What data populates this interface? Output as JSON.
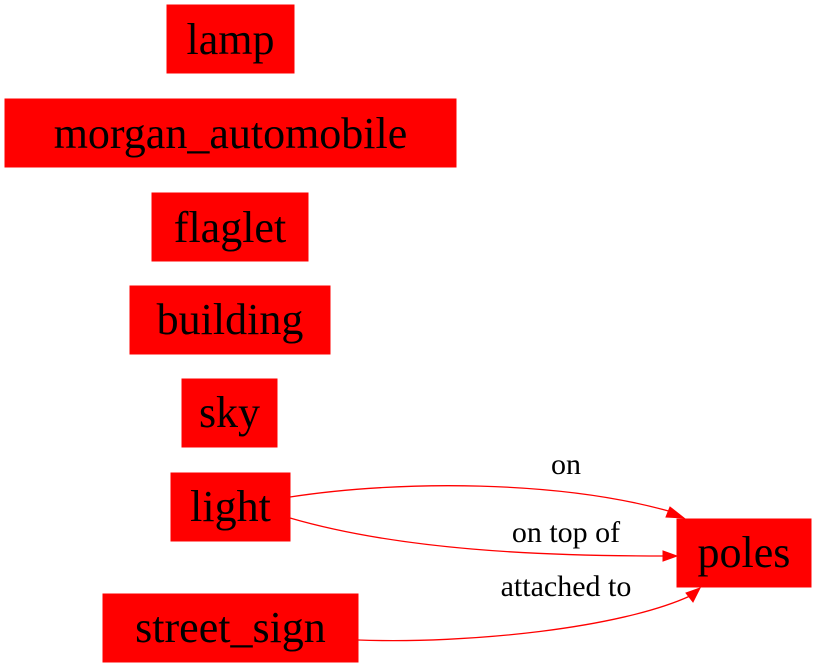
{
  "graph": {
    "nodes": [
      {
        "id": "lamp",
        "label": "lamp"
      },
      {
        "id": "morgan_automobile",
        "label": "morgan_automobile"
      },
      {
        "id": "flaglet",
        "label": "flaglet"
      },
      {
        "id": "building",
        "label": "building"
      },
      {
        "id": "sky",
        "label": "sky"
      },
      {
        "id": "light",
        "label": "light"
      },
      {
        "id": "street_sign",
        "label": "street_sign"
      },
      {
        "id": "poles",
        "label": "poles"
      }
    ],
    "edges": [
      {
        "from": "light",
        "to": "poles",
        "label": "on"
      },
      {
        "from": "light",
        "to": "poles",
        "label": "on top of"
      },
      {
        "from": "street_sign",
        "to": "poles",
        "label": "attached to"
      }
    ],
    "colors": {
      "node_fill": "#ff0000",
      "edge": "#ff0000",
      "text": "#000000"
    }
  }
}
